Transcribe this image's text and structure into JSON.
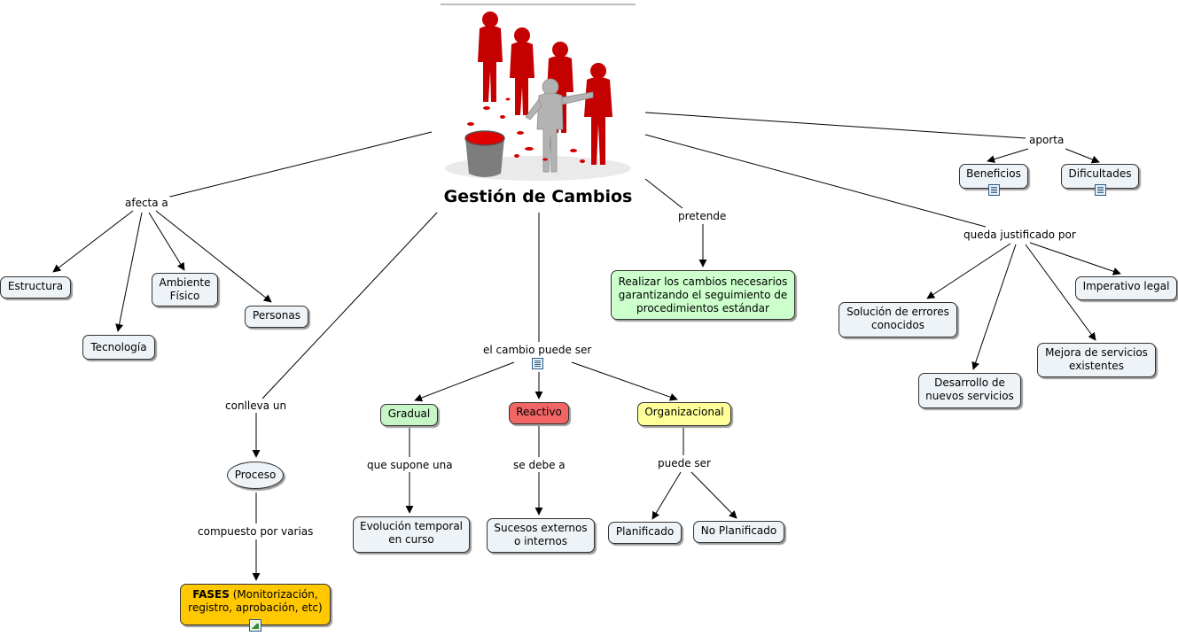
{
  "title": "Gestión de Cambios",
  "nodes": {
    "estructura": "Estructura",
    "tecnologia": "Tecnología",
    "ambiente_line1": "Ambiente",
    "ambiente_line2": "Físico",
    "personas": "Personas",
    "proceso": "Proceso",
    "fases_bold": "FASES",
    "fases_rest1": " (Monitorización,",
    "fases_rest2": "registro, aprobación, etc)",
    "gradual": "Gradual",
    "reactivo": "Reactivo",
    "organizacional": "Organizacional",
    "evolucion_line1": "Evolución temporal",
    "evolucion_line2": "en curso",
    "sucesos_line1": "Sucesos externos",
    "sucesos_line2": "o internos",
    "planificado": "Planificado",
    "no_planificado": "No Planificado",
    "realizar_line1": "Realizar los cambios necesarios",
    "realizar_line2": "garantizando el seguimiento de",
    "realizar_line3": "procedimientos estándar",
    "beneficios": "Beneficios",
    "dificultades": "Dificultades",
    "imperativo": "Imperativo legal",
    "solucion_line1": "Solución de errores",
    "solucion_line2": "conocidos",
    "mejora_line1": "Mejora de servicios",
    "mejora_line2": "existentes",
    "desarrollo_line1": "Desarrollo de",
    "desarrollo_line2": "nuevos servicios"
  },
  "links": {
    "afecta_a": "afecta a",
    "conlleva_un": "conlleva un",
    "compuesto_por_varias": "compuesto por varias",
    "el_cambio_puede_ser": "el cambio puede ser",
    "que_supone_una": "que supone una",
    "se_debe_a": "se debe a",
    "puede_ser": "puede ser",
    "pretende": "pretende",
    "aporta": "aporta",
    "queda_justificado_por": "queda justificado por"
  },
  "icons": {
    "document": "document-icon",
    "image": "image-icon"
  },
  "colors": {
    "node_default": "#eef3f7",
    "node_green": "#ccffcc",
    "node_red": "#f26565",
    "node_yellow": "#ffff99",
    "node_gold": "#ffc800",
    "figures_red": "#cc0000",
    "figure_grey": "#b0b0b0"
  }
}
